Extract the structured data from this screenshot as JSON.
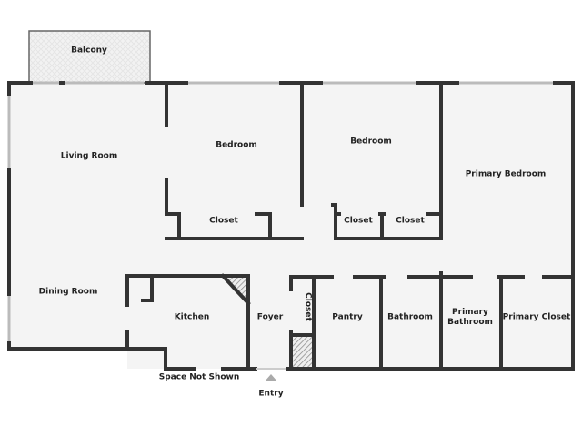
{
  "colors": {
    "wall": "#333333",
    "floor": "#f4f4f4",
    "window": "#cccccc",
    "entry_marker": "#aaaaaa"
  },
  "rooms": {
    "balcony": "Balcony",
    "living_room": "Living Room",
    "bedroom_1": "Bedroom",
    "bedroom_1_closet": "Closet",
    "bedroom_2": "Bedroom",
    "bedroom_2_closet_a": "Closet",
    "bedroom_2_closet_b": "Closet",
    "primary_bedroom": "Primary Bedroom",
    "dining_room": "Dining Room",
    "kitchen": "Kitchen",
    "foyer": "Foyer",
    "foyer_closet": "Closet",
    "pantry": "Pantry",
    "bathroom": "Bathroom",
    "primary_bathroom": "Primary Bathroom",
    "primary_closet": "Primary Closet"
  },
  "notes": {
    "space_not_shown": "Space Not Shown",
    "entry": "Entry"
  }
}
